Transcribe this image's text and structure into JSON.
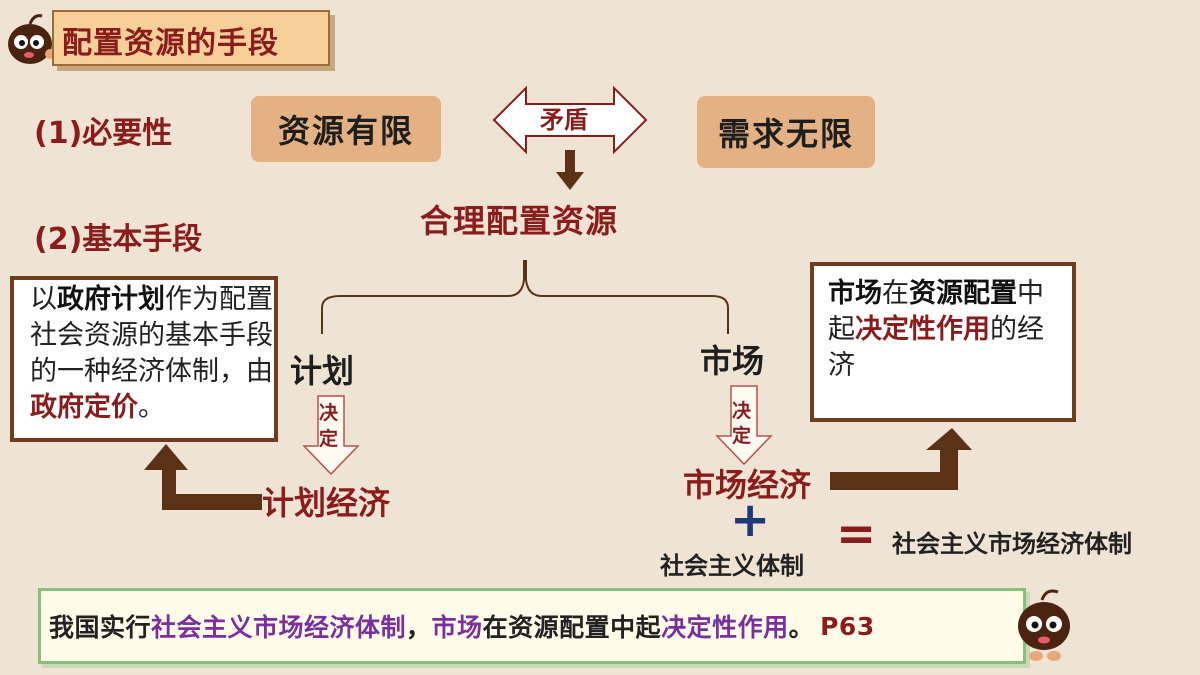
{
  "title": "配置资源的手段",
  "section1": {
    "label": "(1)必要性",
    "left_pill": "资源有限",
    "right_pill": "需求无限",
    "conflict_label": "矛盾",
    "result": "合理配置资源"
  },
  "section2": {
    "label": "(2)基本手段",
    "plan": {
      "label": "计划",
      "decide_char1": "决",
      "decide_char2": "定",
      "economy": "计划经济",
      "box_parts": [
        "以",
        "政府计划",
        "作为配置社会资源的基本手段的一种经济体制，由",
        "政府定价",
        "。"
      ]
    },
    "market": {
      "label": "市场",
      "decide_char1": "决",
      "decide_char2": "定",
      "economy": "市场经济",
      "box_parts": [
        "市场",
        "在",
        "资源配置",
        "中起",
        "决定性作用",
        "的经济"
      ]
    },
    "plus_sign": "+",
    "socialist_system": "社会主义体制",
    "equals_sign": "=",
    "result_system": "社会主义市场经济体制"
  },
  "bottom": {
    "parts": [
      "我国实行",
      "社会主义市场经济体制",
      "，",
      "市场",
      "在资源配置中起",
      "决定性作用",
      "。",
      "P63"
    ]
  },
  "colors": {
    "background": "#efe3d3",
    "accent_red": "#8a1c1c",
    "pill": "#e3b183",
    "arrow_brown": "#5b3216",
    "purple": "#7b2f9c",
    "navy": "#1f3a7a"
  }
}
